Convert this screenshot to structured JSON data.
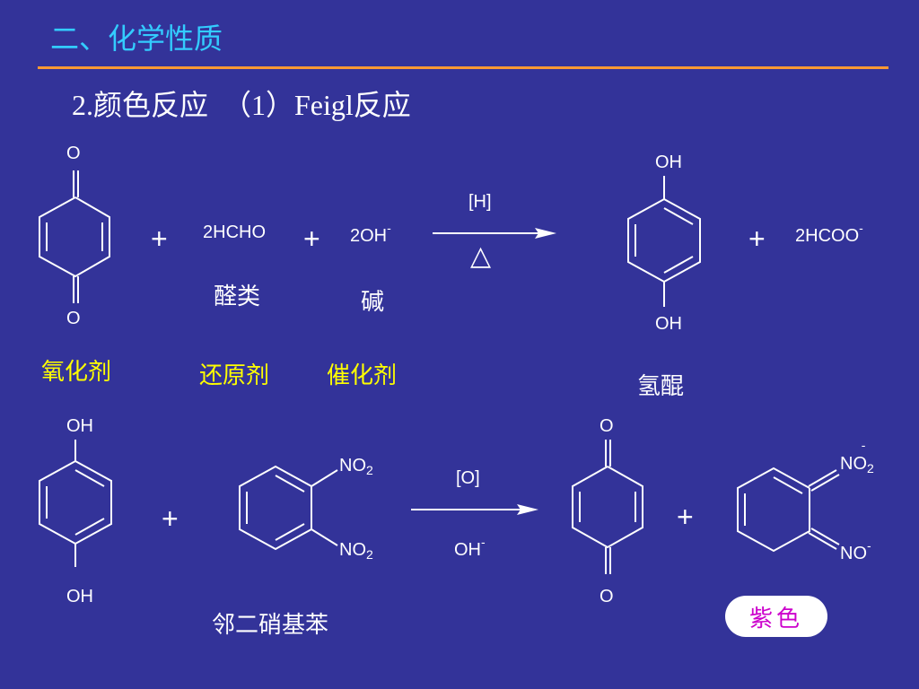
{
  "slide": {
    "title": "二、化学性质",
    "subtitle": "2.颜色反应　（1）Feigl反应"
  },
  "reaction1": {
    "reactant_quinone_o_top": "O",
    "reactant_quinone_o_bottom": "O",
    "plus1": "+",
    "aldehyde_formula": "2HCHO",
    "plus2": "+",
    "base_formula": "2OH",
    "base_charge": "-",
    "condition_top": "[H]",
    "condition_bottom": "△",
    "product_oh_top": "OH",
    "product_oh_bottom": "OH",
    "plus3": "+",
    "formate_formula": "2HCOO",
    "formate_charge": "-",
    "label_aldehyde": "醛类",
    "label_base": "碱",
    "role_oxidant": "氧化剂",
    "role_reductant": "还原剂",
    "role_catalyst": "催化剂",
    "label_hydroquinone": "氢醌"
  },
  "reaction2": {
    "hq_oh_top": "OH",
    "hq_oh_bottom": "OH",
    "plus1": "+",
    "nitro_top": "NO",
    "nitro_top_sub": "2",
    "nitro_bottom": "NO",
    "nitro_bottom_sub": "2",
    "condition_top": "[O]",
    "condition_bottom": "OH",
    "condition_bottom_charge": "-",
    "quinone_o_top": "O",
    "quinone_o_bottom": "O",
    "plus2": "+",
    "product_top": "NO",
    "product_top_sub": "2",
    "product_top_charge": "-",
    "product_bottom": "NO",
    "product_bottom_charge": "-",
    "label_dinitrobenzene": "邻二硝基苯",
    "badge_color_word": "紫色"
  },
  "colors": {
    "background": "#333399",
    "title": "#33ccff",
    "divider": "#ff9933",
    "role_text": "#ffff00",
    "badge_text": "#cc00cc"
  }
}
